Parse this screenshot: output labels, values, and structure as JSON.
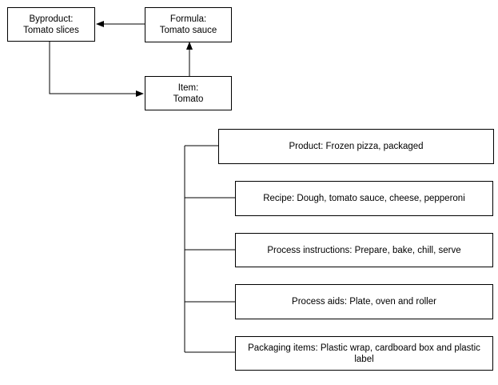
{
  "flow": {
    "byproduct": {
      "line1": "Byproduct:",
      "line2": "Tomato slices"
    },
    "formula": {
      "line1": "Formula:",
      "line2": "Tomato sauce"
    },
    "item": {
      "line1": "Item:",
      "line2": "Tomato"
    }
  },
  "tree": {
    "product": "Product: Frozen pizza, packaged",
    "children": [
      "Recipe: Dough, tomato sauce, cheese, pepperoni",
      "Process instructions: Prepare, bake, chill, serve",
      "Process aids: Plate, oven and roller",
      "Packaging items: Plastic wrap, cardboard box and plastic label"
    ]
  },
  "colors": {
    "line": "#000000",
    "box_border": "#000000",
    "background": "#ffffff"
  }
}
